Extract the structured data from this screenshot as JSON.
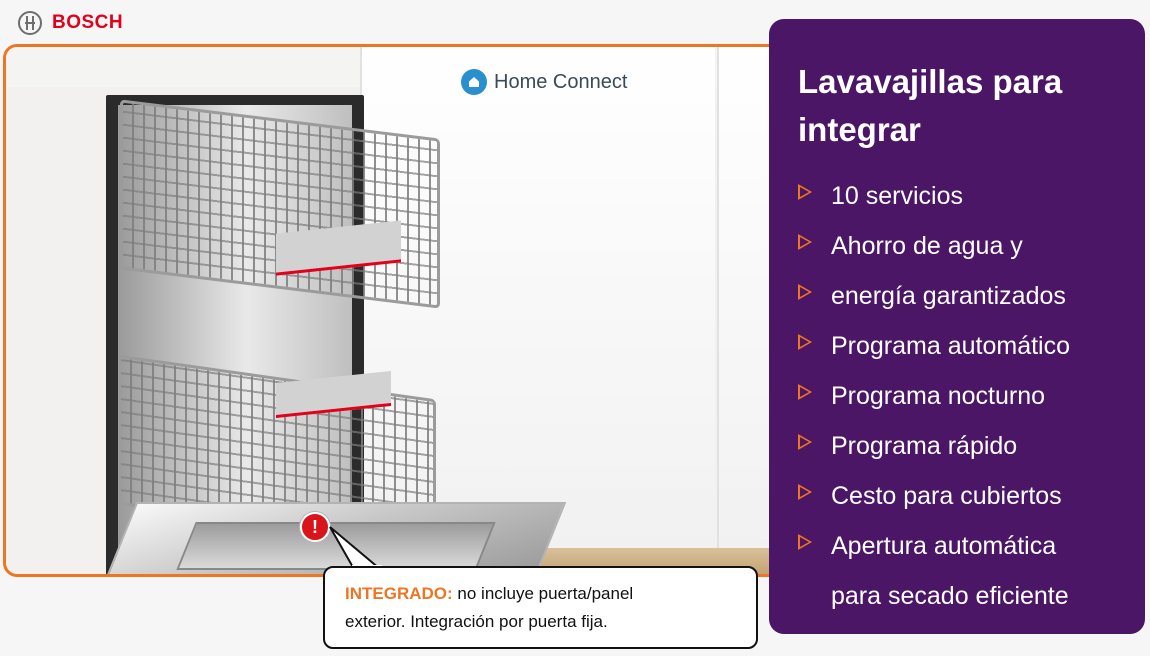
{
  "brand": {
    "name": "BOSCH",
    "icon": "bosch-logo-icon",
    "color": "#e2001a"
  },
  "photo": {
    "product_badge": {
      "text": "Home Connect",
      "icon": "home-connect-icon"
    },
    "warning_icon": "warning-icon",
    "frame_color": "#ee7623"
  },
  "callout": {
    "label": "INTEGRADO:",
    "line1": "no incluye puerta/panel",
    "line2": "exterior. Integración por puerta fija."
  },
  "panel": {
    "title_line1": "Lavavajillas para",
    "title_line2": "integrar",
    "background_color": "#4b1666",
    "bullet_icon": "triangle-bullet-icon",
    "bullet_color": "#ee7623",
    "items": [
      "10 servicios",
      "Ahorro de agua y",
      "energía garantizados",
      "Programa automático",
      "Programa nocturno",
      "Programa rápido",
      "Cesto para cubiertos",
      "Apertura automática",
      "para secado eficiente"
    ]
  }
}
